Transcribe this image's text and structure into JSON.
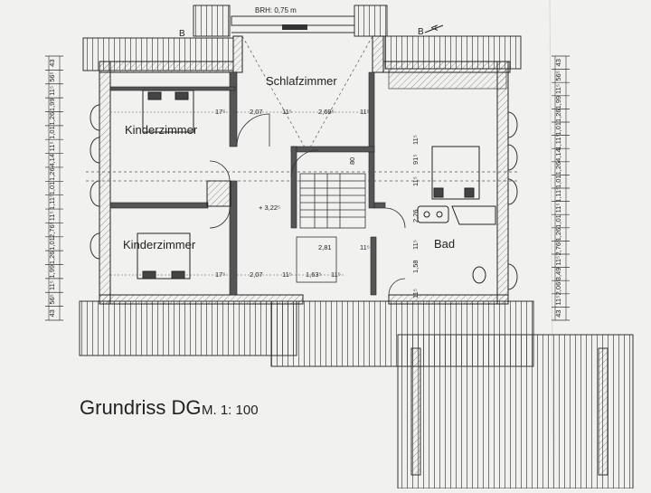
{
  "plan": {
    "brh_label": "BRH: 0,75 m",
    "section_a": "A",
    "section_b": "B",
    "rooms": {
      "schlafzimmer": "Schlafzimmer",
      "kinderzimmer_top": "Kinderzimmer",
      "kinderzimmer_bottom": "Kinderzimmer",
      "bad": "Bad"
    },
    "height_marker": "+ 3,22⁵",
    "inner_dims": {
      "top_17": "17⁵",
      "top_207": "2,07",
      "top_115a": "11⁵",
      "top_269": "2,69⁵",
      "top_115b": "11⁵",
      "bot_17": "17⁵",
      "bot_207": "2,07",
      "bot_115": "11⁵",
      "bot_163": "1,63⁵",
      "bot_113": "11⁵",
      "mid_281": "2,81",
      "mid_115": "11⁵",
      "stair_80": "80",
      "bad_91": "91⁵",
      "bad_115a": "11⁵",
      "bad_115b": "11⁵",
      "bad_226": "2,26",
      "bad_158": "1,58",
      "bad_115c": "11⁵",
      "bad_115d": "11⁵"
    },
    "left_dims": [
      "43",
      "56⁵",
      "11⁵",
      "1,99",
      "1,26",
      "1,01",
      "11⁵",
      "4,14",
      "1,26",
      "1,01",
      "1,11⁵",
      "11⁵",
      "2,76⁵",
      "1,01",
      "1,26",
      "1,99",
      "11⁵",
      "56⁵",
      "43"
    ],
    "right_dims": [
      "43",
      "56⁵",
      "11⁵",
      "1,99",
      "1,26",
      "1,01",
      "1,11⁵",
      "4,14",
      "1,26",
      "1,01",
      "1,11⁵",
      "11⁵",
      "1,01",
      "1,26",
      "2,76⁵",
      "11⁵",
      "3,49",
      "2,06⁵",
      "11⁵",
      "43"
    ]
  },
  "title": {
    "main": "Grundriss DG",
    "scale": "M. 1: 100"
  }
}
